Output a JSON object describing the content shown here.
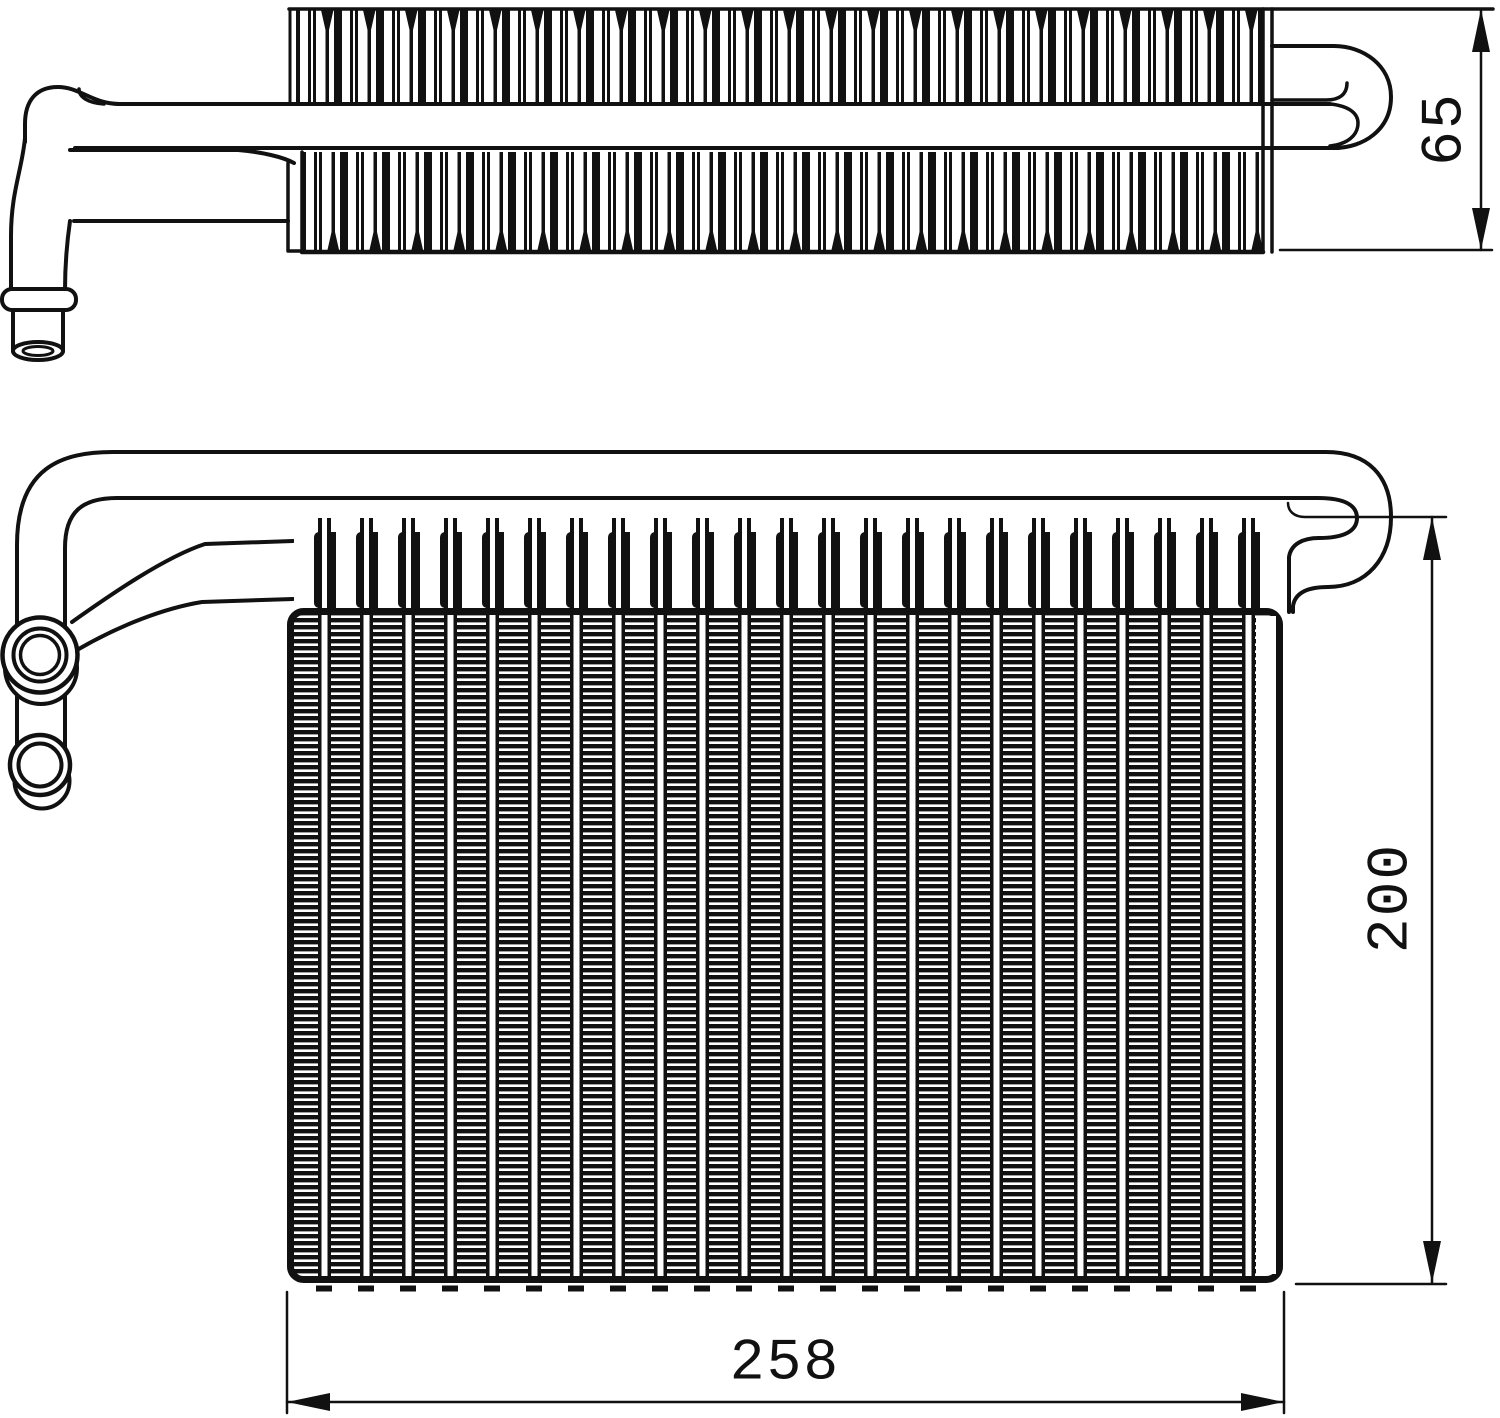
{
  "drawing": {
    "kind": "evaporator-technical-line-drawing",
    "colors": {
      "ink": "#111111",
      "background": "#ffffff"
    },
    "dimensions": {
      "depth_mm": "65",
      "height_mm": "200",
      "width_mm": "258"
    }
  }
}
